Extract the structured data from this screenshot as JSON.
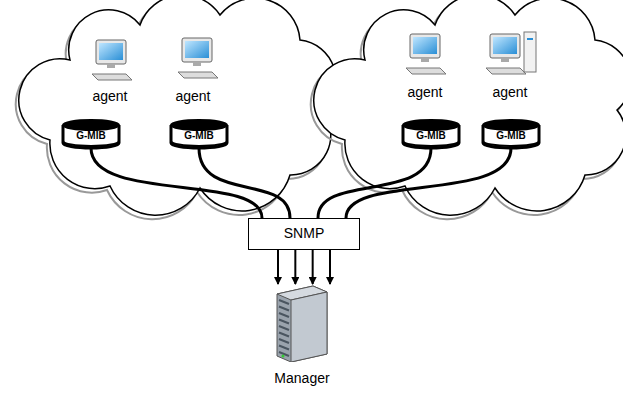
{
  "diagram": {
    "nodes": [
      {
        "text": [
          "G-MIB"
        ]
      },
      {
        "text": [
          "G-MIB"
        ]
      },
      {
        "text": [
          "G-MIB"
        ]
      },
      {
        "text": [
          "G-MIB"
        ]
      },
      {
        "text": [
          "SNMP"
        ]
      },
      {
        "text": [
          "Manager"
        ]
      }
    ],
    "edges": [
      {
        "from": 0,
        "to": 4,
        "arrow": "none"
      },
      {
        "from": 1,
        "to": 4,
        "arrow": "none"
      },
      {
        "from": 2,
        "to": 4,
        "arrow": "none"
      },
      {
        "from": 3,
        "to": 4,
        "arrow": "none"
      },
      {
        "from": 4,
        "to": 5,
        "arrow": "to"
      },
      {
        "from": 4,
        "to": 5,
        "arrow": "to"
      },
      {
        "from": 4,
        "to": 5,
        "arrow": "to"
      },
      {
        "from": 4,
        "to": 5,
        "arrow": "to"
      }
    ],
    "labels": [
      "agent",
      "agent",
      "agent",
      "agent"
    ]
  }
}
